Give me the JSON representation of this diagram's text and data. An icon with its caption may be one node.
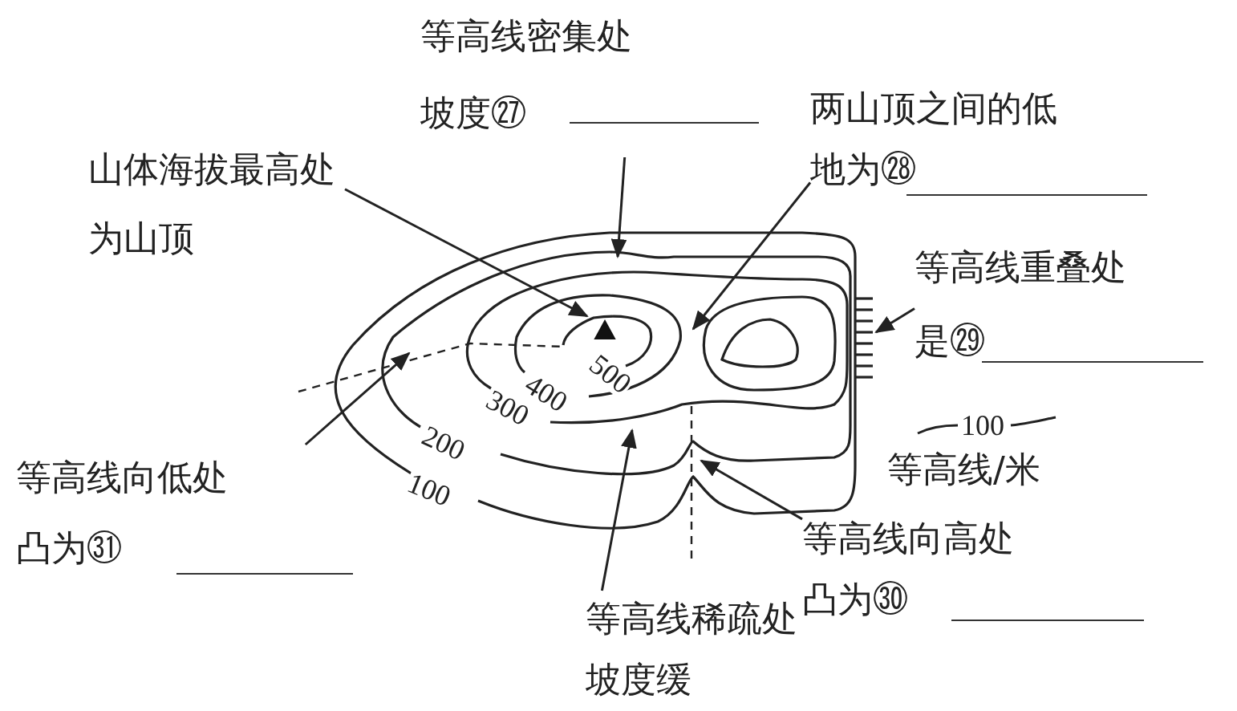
{
  "diagram": {
    "nodes": [
      {
        "text": [
          "等高线密集处坡度㉗"
        ]
      },
      {
        "text": [
          "两山顶之间的低地为㉘"
        ]
      },
      {
        "text": [
          "山体海拔最高处为山顶"
        ]
      },
      {
        "text": [
          "等高线重叠处是㉙"
        ]
      },
      {
        "text": [
          "等高线向低处凸为㉛"
        ]
      },
      {
        "text": [
          "等高线稀疏处坡度缓"
        ]
      },
      {
        "text": [
          "等高线向高处凸为㉚"
        ]
      }
    ],
    "edges": [
      {
        "from": 0,
        "to": null,
        "arrow": "to"
      },
      {
        "from": 1,
        "to": null,
        "arrow": "to"
      },
      {
        "from": 2,
        "to": null,
        "arrow": "to"
      },
      {
        "from": 3,
        "to": null,
        "arrow": "to"
      },
      {
        "from": 4,
        "to": null,
        "arrow": "to"
      },
      {
        "from": 5,
        "to": null,
        "arrow": "to"
      },
      {
        "from": 6,
        "to": null,
        "arrow": "to"
      }
    ],
    "labels": [
      "500",
      "400",
      "300",
      "200",
      "100",
      "100"
    ],
    "legend": [
      {
        "text": "等高线/米"
      }
    ]
  }
}
